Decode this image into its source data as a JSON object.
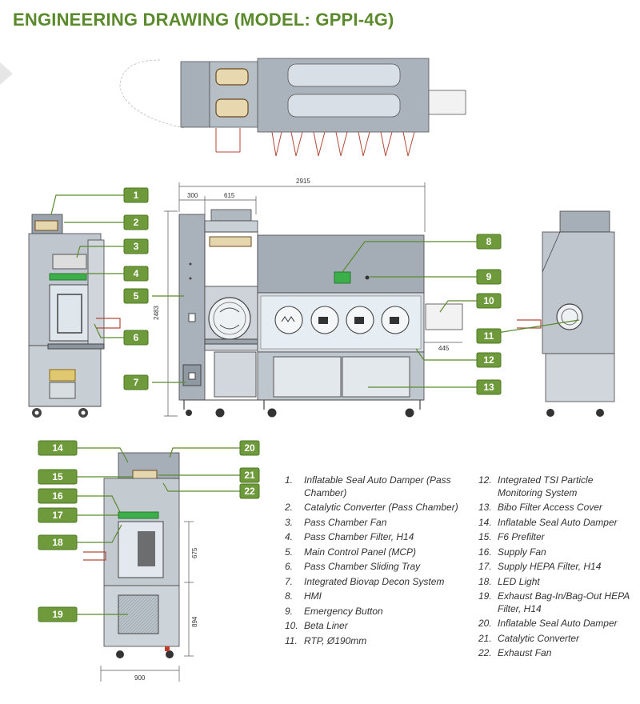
{
  "header": {
    "title": "ENGINEERING DRAWING (MODEL: GPPI-4G)"
  },
  "dimensions": {
    "overall_width": "2915",
    "pass_width": "300",
    "pass_chamber": "615",
    "height": "2483",
    "liner_depth": "445",
    "side_upper": "675",
    "side_lower": "894",
    "side_width": "900"
  },
  "callouts": [
    "1",
    "2",
    "3",
    "4",
    "5",
    "6",
    "7",
    "8",
    "9",
    "10",
    "11",
    "12",
    "13",
    "14",
    "15",
    "16",
    "17",
    "18",
    "19",
    "20",
    "21",
    "22"
  ],
  "legend": {
    "left": [
      {
        "num": "1.",
        "text": "Inflatable Seal Auto Damper (Pass Chamber)"
      },
      {
        "num": "2.",
        "text": "Catalytic Converter (Pass Chamber)"
      },
      {
        "num": "3.",
        "text": "Pass Chamber Fan"
      },
      {
        "num": "4.",
        "text": "Pass Chamber Filter, H14"
      },
      {
        "num": "5.",
        "text": "Main Control Panel (MCP)"
      },
      {
        "num": "6.",
        "text": "Pass Chamber Sliding Tray"
      },
      {
        "num": "7.",
        "text": "Integrated Biovap Decon System"
      },
      {
        "num": "8.",
        "text": "HMI"
      },
      {
        "num": "9.",
        "text": "Emergency Button"
      },
      {
        "num": "10.",
        "text": "Beta Liner"
      },
      {
        "num": "11.",
        "text": "RTP, Ø190mm"
      }
    ],
    "right": [
      {
        "num": "12.",
        "text": "Integrated TSI Particle Monitoring System"
      },
      {
        "num": "13.",
        "text": "Bibo Filter Access Cover"
      },
      {
        "num": "14.",
        "text": "Inflatable Seal Auto Damper"
      },
      {
        "num": "15.",
        "text": "F6 Prefilter"
      },
      {
        "num": "16.",
        "text": "Supply Fan"
      },
      {
        "num": "17.",
        "text": "Supply HEPA Filter, H14"
      },
      {
        "num": "18.",
        "text": "LED Light"
      },
      {
        "num": "19.",
        "text": "Exhaust Bag-In/Bag-Out HEPA Filter, H14"
      },
      {
        "num": "20.",
        "text": "Inflatable Seal Auto Damper"
      },
      {
        "num": "21.",
        "text": "Catalytic Converter"
      },
      {
        "num": "22.",
        "text": "Exhaust Fan"
      }
    ]
  },
  "colors": {
    "accent": "#5a8a2c",
    "callout": "#6e9a3c",
    "machine": "#9aa3ad",
    "filter_green": "#3cae4a",
    "window_blue": "#c8dcea"
  }
}
